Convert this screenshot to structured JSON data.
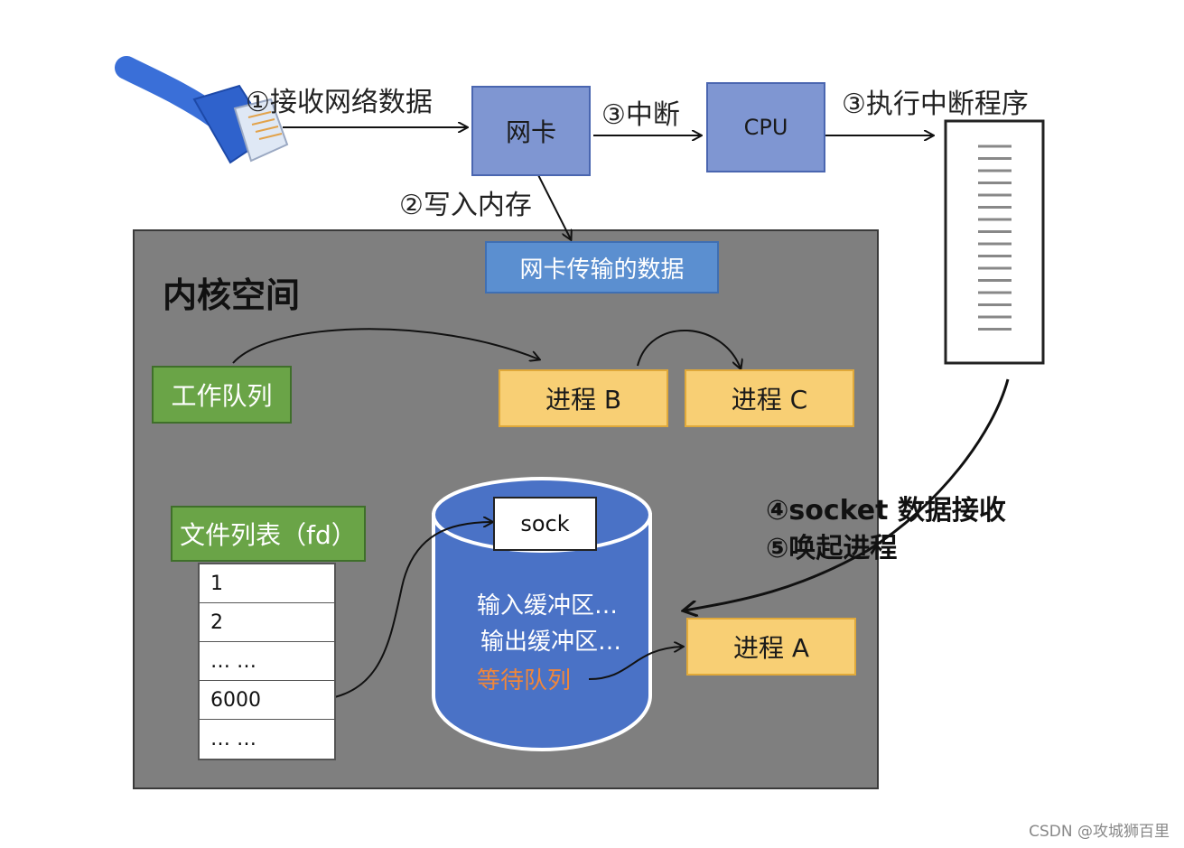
{
  "labels": {
    "step1": "①接收网络数据",
    "step3a": "③中断",
    "step3b": "③执行中断程序",
    "step2": "②写入内存",
    "step4": "④socket 数据接收",
    "step5": "⑤唤起进程"
  },
  "nic": {
    "label": "网卡"
  },
  "cpu": {
    "label": "CPU"
  },
  "nic_data": {
    "label": "网卡传输的数据"
  },
  "kernel": {
    "title": "内核空间"
  },
  "work_queue": {
    "label": "工作队列"
  },
  "processes": {
    "b": "进程 B",
    "c": "进程 C",
    "a": "进程 A"
  },
  "fd_list": {
    "title": "文件列表（fd）",
    "rows": [
      "1",
      "2",
      "… …",
      "6000",
      "… …"
    ]
  },
  "socket": {
    "sock_label": "sock",
    "input_buffer": "输入缓冲区…",
    "output_buffer": "输出缓冲区…",
    "wait_queue": "等待队列"
  },
  "watermark": "CSDN @攻城狮百里",
  "colors": {
    "kernel_bg": "#7f7f7f",
    "nic_blue": "#7f96d2",
    "data_blue": "#5b8fd0",
    "green": "#6aa447",
    "yellow": "#f8cf74",
    "cylinder": "#4a72c6",
    "wait_queue_text": "#f0863a"
  },
  "icons": {
    "cable": "ethernet-cable-icon",
    "program": "interrupt-program-icon"
  }
}
